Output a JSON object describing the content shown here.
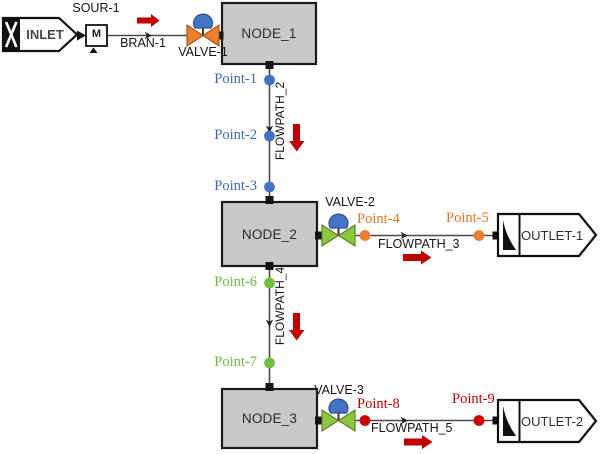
{
  "palette": {
    "background": "#FFFFFF",
    "node_fill": "#C9C9C9",
    "node_border": "#1A1A1A",
    "pipe_line": "#4A4A4A",
    "flow_arrow": "#C00000",
    "valve_dome": "#4472C4"
  },
  "inlet": {
    "label": "INLET"
  },
  "source": {
    "label": "SOUR-1",
    "symbol": "M"
  },
  "branch": {
    "label": "BRAN-1"
  },
  "nodes": [
    {
      "label": "NODE_1"
    },
    {
      "label": "NODE_2"
    },
    {
      "label": "NODE_3"
    }
  ],
  "valves": [
    {
      "label": "VALVE-1",
      "color": "#EE7F2D"
    },
    {
      "label": "VALVE-2",
      "color": "#8DC63F"
    },
    {
      "label": "VALVE-3",
      "color": "#8DC63F"
    }
  ],
  "flowpaths": [
    {
      "label": "FLOWPATH_2"
    },
    {
      "label": "FLOWPATH_3"
    },
    {
      "label": "FLOWPATH_4"
    },
    {
      "label": "FLOWPATH_5"
    }
  ],
  "points": [
    {
      "label": "Point-1",
      "color": "#4472C4"
    },
    {
      "label": "Point-2",
      "color": "#4472C4"
    },
    {
      "label": "Point-3",
      "color": "#4472C4"
    },
    {
      "label": "Point-4",
      "color": "#ED7D31"
    },
    {
      "label": "Point-5",
      "color": "#ED7D31"
    },
    {
      "label": "Point-6",
      "color": "#72C13E"
    },
    {
      "label": "Point-7",
      "color": "#72C13E"
    },
    {
      "label": "Point-8",
      "color": "#D00000"
    },
    {
      "label": "Point-9",
      "color": "#D00000"
    }
  ],
  "outlets": [
    {
      "label": "OUTLET-1"
    },
    {
      "label": "OUTLET-2"
    }
  ]
}
